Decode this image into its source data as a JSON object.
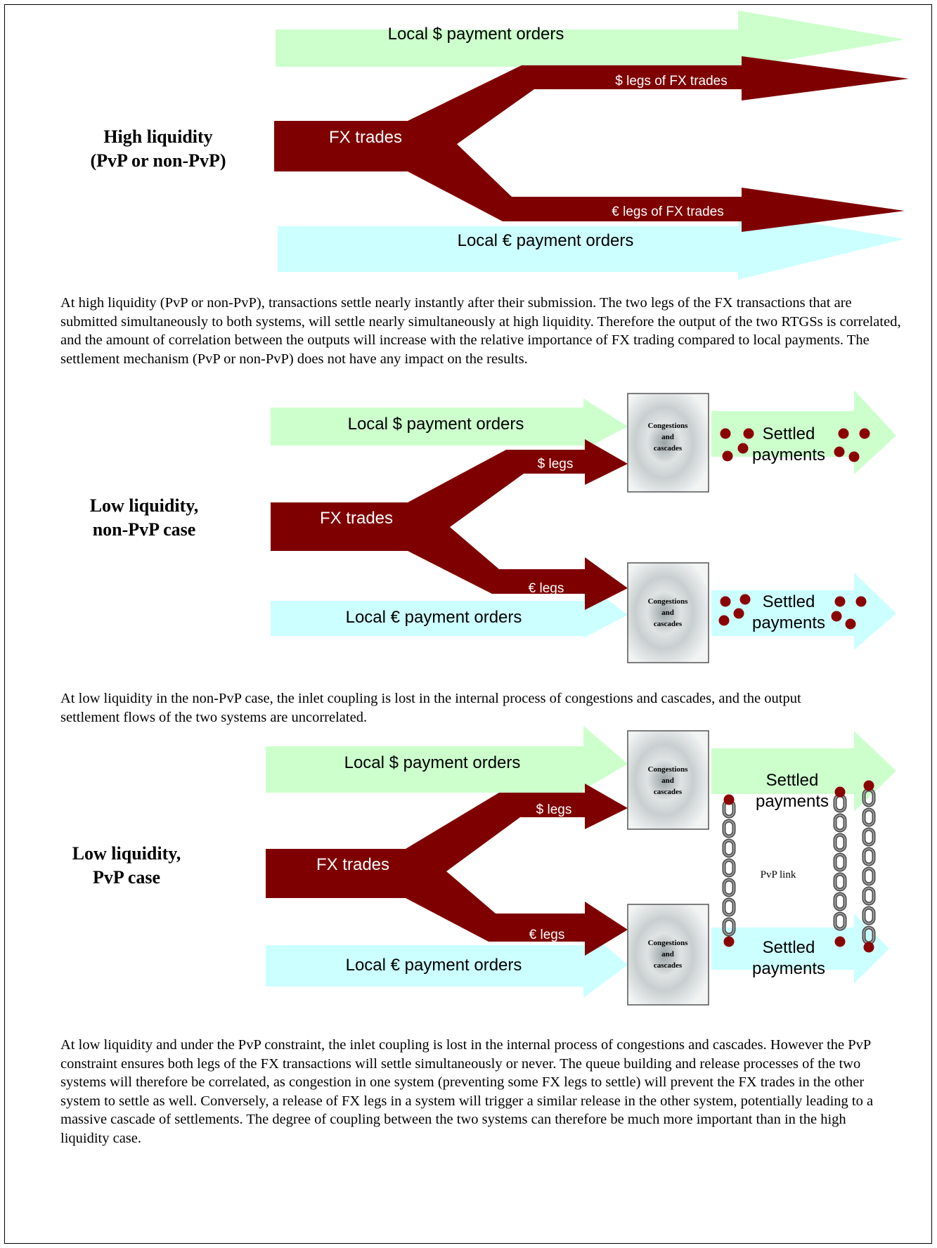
{
  "panels": [
    {
      "side_label_line1": "High liquidity",
      "side_label_line2": "(PvP or non-PvP)",
      "local_usd": "Local $ payment orders",
      "local_eur": "Local € payment orders",
      "fx_trades": "FX trades",
      "usd_legs": "$ legs of FX trades",
      "eur_legs": "€ legs of FX trades",
      "paragraph": "At high liquidity (PvP or non-PvP), transactions settle nearly instantly after their submission. The two legs of the FX transactions that are submitted simultaneously to both systems, will settle nearly simultaneously at high liquidity. Therefore the output of the two RTGSs is correlated, and the amount of correlation between the outputs will increase with the relative importance of FX trading compared to local payments. The settlement mechanism (PvP or non-PvP) does not have any impact on the results."
    },
    {
      "side_label_line1": "Low liquidity,",
      "side_label_line2": "non-PvP case",
      "local_usd": "Local $ payment orders",
      "local_eur": "Local € payment orders",
      "fx_trades": "FX trades",
      "usd_legs": "$ legs",
      "eur_legs": "€ legs",
      "box_line1": "Congestions",
      "box_line2": "and",
      "box_line3": "cascades",
      "settled_line1": "Settled",
      "settled_line2": "payments",
      "paragraph": "At low liquidity in the non-PvP case, the inlet coupling is lost in the internal process of congestions and cascades, and the output settlement flows of the two systems are uncorrelated."
    },
    {
      "side_label_line1": "Low liquidity,",
      "side_label_line2": "PvP case",
      "local_usd": "Local $ payment orders",
      "local_eur": "Local € payment orders",
      "fx_trades": "FX trades",
      "usd_legs": "$ legs",
      "eur_legs": "€ legs",
      "box_line1": "Congestions",
      "box_line2": "and",
      "box_line3": "cascades",
      "settled_line1": "Settled",
      "settled_line2": "payments",
      "pvp_link": "PvP link",
      "paragraph": "At low liquidity and under the PvP constraint, the inlet coupling is lost in the internal process of congestions and cascades. However the PvP constraint ensures both legs of the FX transactions will settle simultaneously or never. The queue building and release processes of the two systems will therefore be correlated, as congestion in one system (preventing some FX legs to settle) will prevent the FX trades in the other system to settle as well. Conversely, a release of FX legs in a system will trigger a similar release in the other system, potentially leading to a massive cascade of settlements. The degree of coupling between the two systems can therefore be much more important than in the high liquidity case."
    }
  ],
  "colors": {
    "usd_flow": "#ccffcc",
    "eur_flow": "#ccffff",
    "fx_flow": "#7f0000",
    "dot": "#8b0000"
  }
}
